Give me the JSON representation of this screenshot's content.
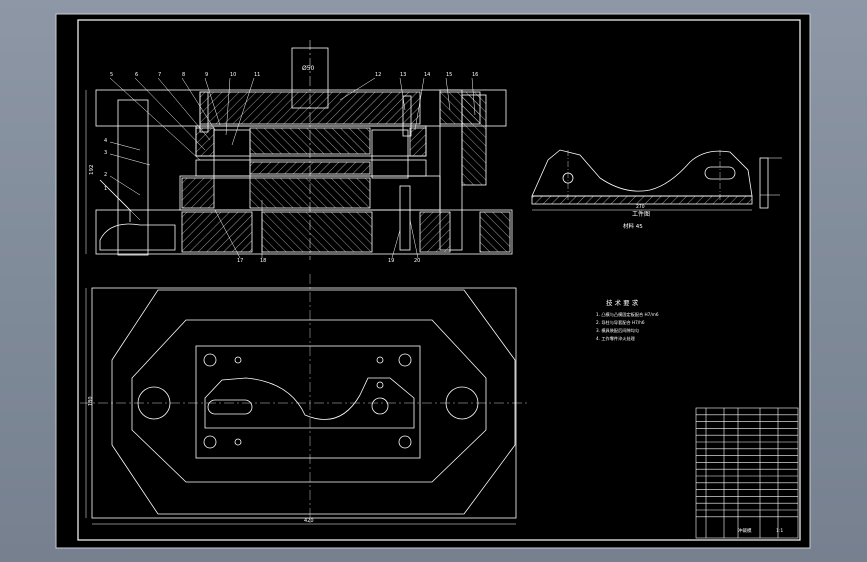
{
  "canvas": {
    "background": "#000000",
    "line_color": "#ffffff",
    "frame_bg_top": "#8d97a6",
    "frame_bg_bottom": "#76808f"
  },
  "section_view": {
    "part_numbers": [
      "5",
      "6",
      "7",
      "8",
      "9",
      "10",
      "11",
      "12",
      "13",
      "14",
      "15",
      "16"
    ],
    "side_labels": [
      "4",
      "3",
      "2",
      "1"
    ],
    "bottom_labels": [
      "17",
      "18",
      "19",
      "20"
    ],
    "height_dim": "192",
    "shank_dim": "Ø50"
  },
  "part_sketch": {
    "caption": "工件图",
    "scale_note": "材料 45",
    "width_dim": "270"
  },
  "plan_view": {
    "width_dim": "420",
    "height_dim": "180"
  },
  "tech_notes": {
    "title": "技 术 要 求",
    "items": [
      "1. 凸模与凸模固定板配合 H7/m6",
      "2. 导柱与导套配合 H7/h6",
      "3. 模具装配后间隙均匀",
      "4. 工作零件淬火处理"
    ]
  },
  "title_block": {
    "row_count": 16,
    "name_cell": "冲裁模",
    "scale_cell": "1:1"
  }
}
